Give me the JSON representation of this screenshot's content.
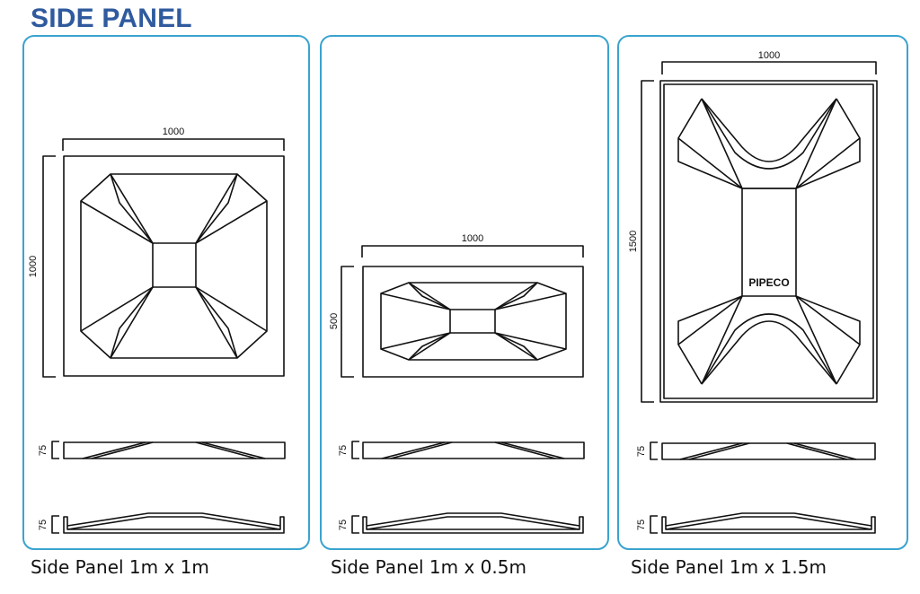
{
  "title": "SIDE PANEL",
  "colors": {
    "title": "#2f5a9e",
    "panel_border": "#3aa3cf",
    "line": "#111111"
  },
  "panels": [
    {
      "caption": "Side Panel 1m x 1m",
      "width_dim": "1000",
      "height_dim": "1000",
      "section_1_dim": "75",
      "section_2_dim": "75"
    },
    {
      "caption": "Side Panel 1m x 0.5m",
      "width_dim": "1000",
      "height_dim": "500",
      "section_1_dim": "75",
      "section_2_dim": "75"
    },
    {
      "caption": "Side Panel 1m x 1.5m",
      "width_dim": "1000",
      "height_dim": "1500",
      "section_1_dim": "75",
      "section_2_dim": "75",
      "brand": "PIPECO"
    }
  ]
}
